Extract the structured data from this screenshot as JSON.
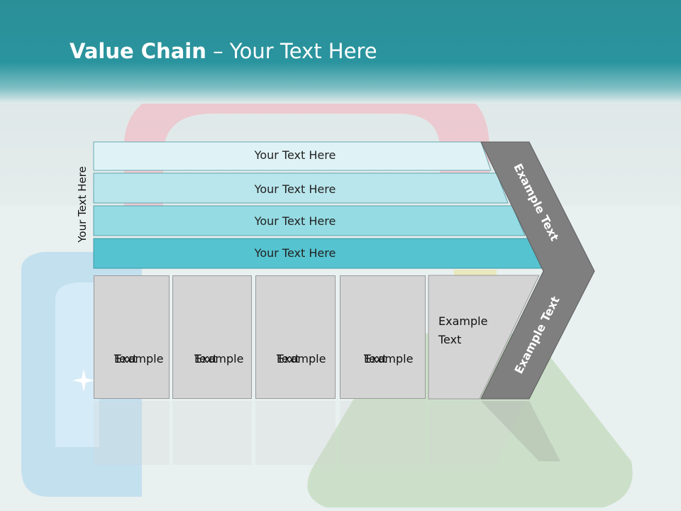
{
  "slide": {
    "title_bold": "Value Chain",
    "title_rest": " – Your Text Here",
    "side_label": "Your Text Here"
  },
  "bands": [
    "Your Text Here",
    "Your Text Here",
    "Your Text Here",
    "Your Text Here"
  ],
  "boxes": [
    {
      "line1": "Example",
      "line2": "Text"
    },
    {
      "line1": "Example",
      "line2": "Text"
    },
    {
      "line1": "Example",
      "line2": "Text"
    },
    {
      "line1": "Example",
      "line2": "Text"
    },
    {
      "line1": "Example",
      "line2": "Text"
    }
  ],
  "chevron": {
    "upper": "Example Text",
    "lower": "Example Text"
  },
  "colors": {
    "header": "#2a949e",
    "band1": "#dff3f6",
    "band2": "#b9e6ec",
    "band3": "#95dbe3",
    "band4": "#55c3d0",
    "box": "#d4d4d4",
    "chevron": "#7f7f7f"
  }
}
